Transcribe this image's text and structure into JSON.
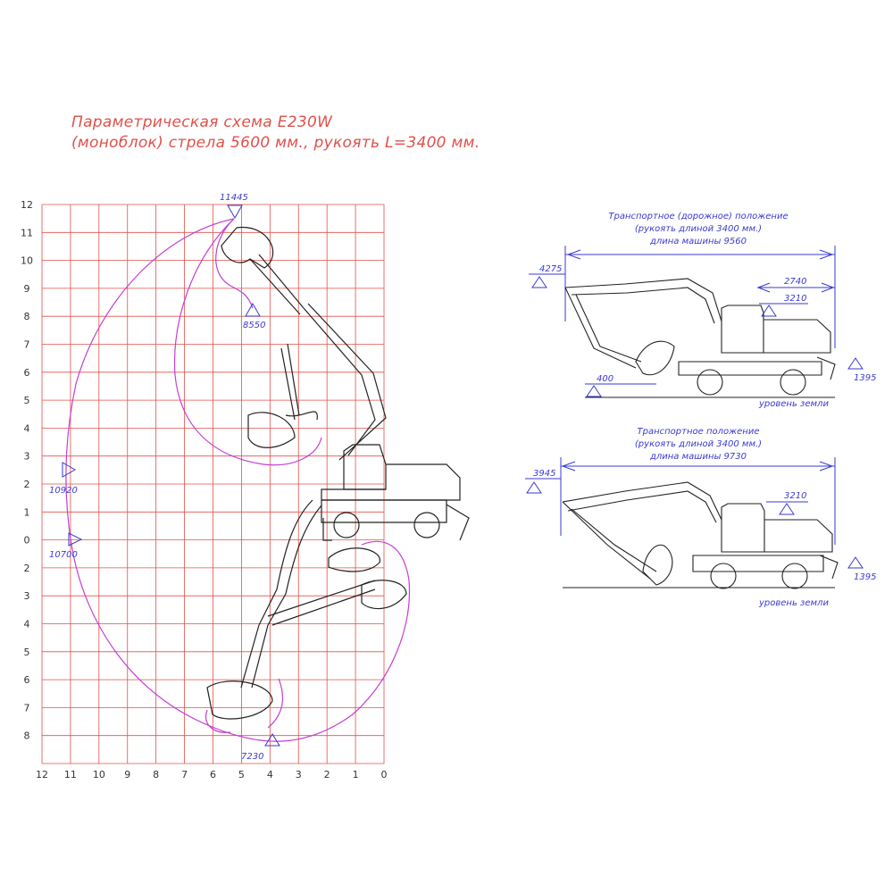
{
  "title": {
    "line1": "Параметрическая схема E230W",
    "line2": "(моноблок) стрела 5600 мм., рукоять L=3400 мм."
  },
  "main_chart": {
    "y_ticks_top": [
      "12",
      "11",
      "10",
      "9",
      "8",
      "7",
      "6",
      "5",
      "4",
      "3",
      "2",
      "1",
      "0"
    ],
    "y_ticks_bottom": [
      "2",
      "3",
      "4",
      "5",
      "6",
      "7",
      "8"
    ],
    "x_ticks": [
      "12",
      "11",
      "10",
      "9",
      "8",
      "7",
      "6",
      "5",
      "4",
      "3",
      "2",
      "1",
      "0"
    ],
    "markers": {
      "max_height": "11445",
      "max_dump_height": "8550",
      "max_reach": "10920",
      "max_reach_ground": "10700",
      "max_dig_depth": "7230"
    }
  },
  "transport_road": {
    "caption": [
      "Транспортное (дорожное) положение",
      "(рукоять длиной 3400 мм.)",
      "длина машины 9560"
    ],
    "dim_height": "4275",
    "dim_rear": "2740",
    "dim_cab": "3210",
    "dim_bucket": "400",
    "dim_right": "1395",
    "ground_label": "уровень земли"
  },
  "transport": {
    "caption": [
      "Транспортное положение",
      "(рукоять длиной 3400 мм.)",
      "длина машины 9730"
    ],
    "dim_height": "3945",
    "dim_cab": "3210",
    "dim_right": "1395",
    "ground_label": "уровень земли"
  },
  "colors": {
    "grid": "#e0504a",
    "envelope": "#c33fcf",
    "dimension": "#3a3ad0",
    "drawing": "#222222",
    "title": "#e0504a"
  }
}
